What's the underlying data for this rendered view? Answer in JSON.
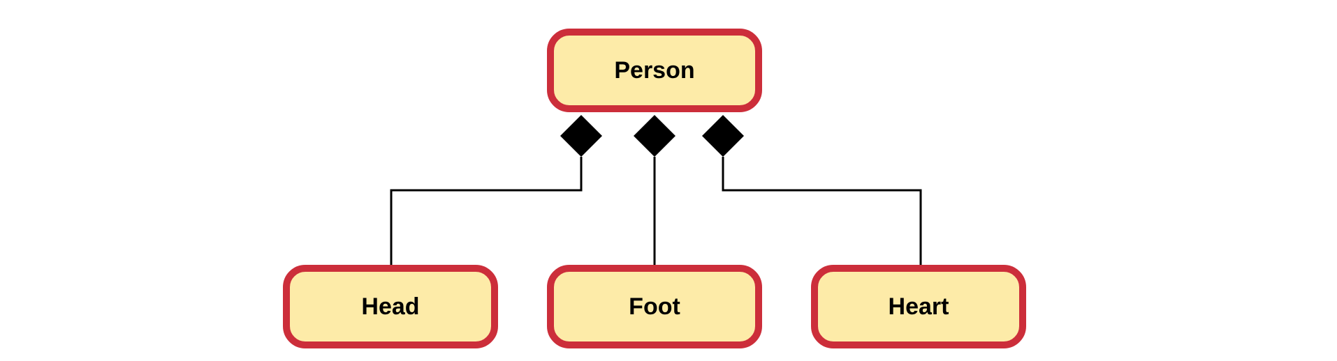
{
  "diagram": {
    "type": "uml-composition",
    "colors": {
      "node_fill": "#FDEBA8",
      "node_border": "#CC2E3A",
      "line": "#000000",
      "diamond": "#000000",
      "text": "#000000"
    },
    "nodes": {
      "person": {
        "label": "Person"
      },
      "head": {
        "label": "Head"
      },
      "foot": {
        "label": "Foot"
      },
      "heart": {
        "label": "Heart"
      }
    },
    "edges": [
      {
        "from": "person",
        "to": "head",
        "relationship": "composition"
      },
      {
        "from": "person",
        "to": "foot",
        "relationship": "composition"
      },
      {
        "from": "person",
        "to": "heart",
        "relationship": "composition"
      }
    ]
  }
}
